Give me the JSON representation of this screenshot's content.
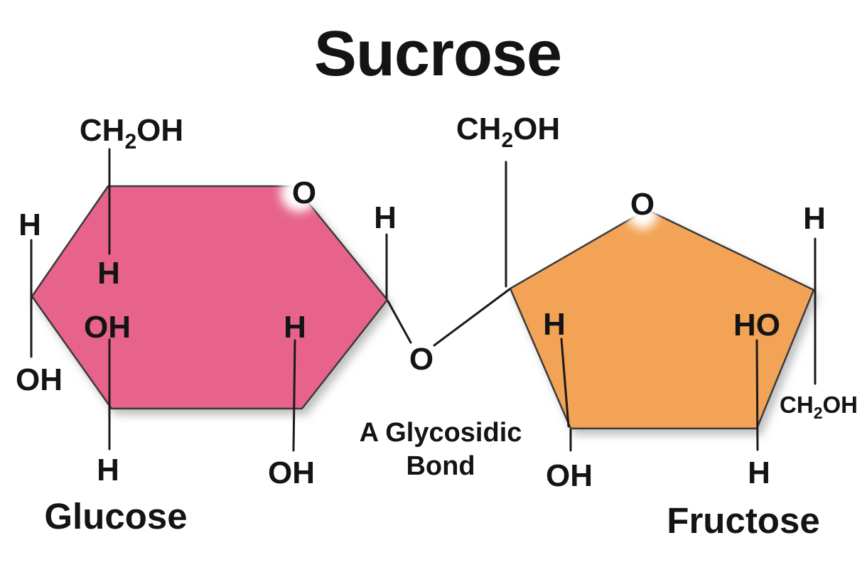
{
  "title": {
    "text": "Sucrose",
    "color": "#b01218"
  },
  "molecules": {
    "glucose": {
      "name": "Glucose",
      "ring_color": "#e7638c",
      "labels": {
        "ch2oh": {
          "pre": "CH",
          "sub": "2",
          "post": "OH"
        },
        "ring_o": "O",
        "h_outer_left": "H",
        "oh_outer_left": "OH",
        "h_inner_top": "H",
        "oh_inner": "OH",
        "h_inner_right": "H",
        "h_outer_right": "H",
        "h_bottom": "H",
        "oh_bottom": "OH"
      }
    },
    "fructose": {
      "name": "Fructose",
      "ring_color": "#f2a356",
      "labels": {
        "ch2oh_top": {
          "pre": "CH",
          "sub": "2",
          "post": "OH"
        },
        "ring_o": "O",
        "h_inner_left": "H",
        "ho_inner": "HO",
        "h_outer_right": "H",
        "ch2oh_right": {
          "pre": "CH",
          "sub": "2",
          "post": "OH"
        },
        "oh_bottom": "OH",
        "h_bottom": "H"
      }
    }
  },
  "glycosidic_bond": {
    "oxygen": "O",
    "caption_line1": "A Glycosidic",
    "caption_line2": "Bond"
  }
}
